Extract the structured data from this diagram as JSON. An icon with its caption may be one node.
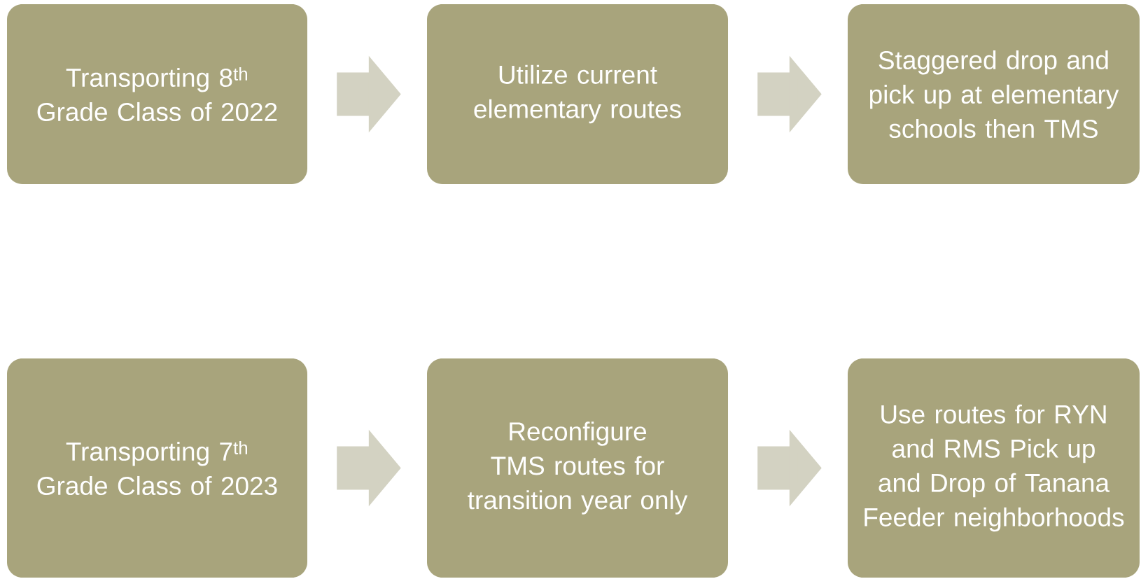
{
  "diagram": {
    "nodes": [
      {
        "text": [
          "Transporting 8$^{th}$ Grade Class of 2022"
        ]
      },
      {
        "text": [
          "Utilize current elementary routes"
        ]
      },
      {
        "text": [
          "Staggered drop and pick up at elementary schools then TMS"
        ]
      },
      {
        "text": [
          "Transporting 7$^{th}$ Grade Class of 2023"
        ]
      },
      {
        "text": [
          "Reconfigure TMS routes for transition year only"
        ]
      },
      {
        "text": [
          "Use routes for RYN and RMS Pick up and Drop of Tanana Feeder neighborhoods"
        ]
      }
    ],
    "edges": [
      {
        "from": 0,
        "to": 1,
        "arrow": "to"
      },
      {
        "from": 1,
        "to": 2,
        "arrow": "to"
      },
      {
        "from": 3,
        "to": 4,
        "arrow": "to"
      },
      {
        "from": 4,
        "to": 5,
        "arrow": "to"
      }
    ]
  }
}
